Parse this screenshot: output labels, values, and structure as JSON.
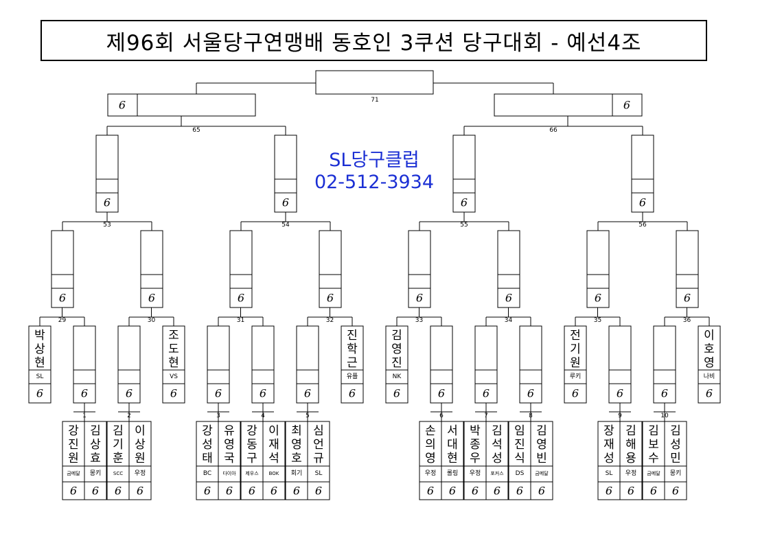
{
  "title": "제96회 서울당구연맹배 동호인 3쿠션 당구대회 - 예선4조",
  "club": {
    "name": "SL당구클럽",
    "phone": "02-512-3934"
  },
  "score_mark": "6",
  "match_numbers": {
    "m1": "1",
    "m2": "2",
    "m3": "3",
    "m4": "4",
    "m5": "5",
    "m6": "6",
    "m7": "7",
    "m8": "8",
    "m9": "9",
    "m10": "10",
    "m29": "29",
    "m30": "30",
    "m31": "31",
    "m32": "32",
    "m33": "33",
    "m34": "34",
    "m35": "35",
    "m36": "36",
    "m53": "53",
    "m54": "54",
    "m55": "55",
    "m56": "56",
    "m65": "65",
    "m66": "66",
    "m71": "71"
  },
  "seeded_players": [
    {
      "name": "박상현",
      "club": "SL"
    },
    {
      "name": "조도현",
      "club": "VS"
    },
    {
      "name": "진학근",
      "club": "유플"
    },
    {
      "name": "김영진",
      "club": "NK"
    },
    {
      "name": "전기원",
      "club": "루키"
    },
    {
      "name": "이호영",
      "club": "나비"
    }
  ],
  "first_round_players": [
    {
      "name": "강진원",
      "club": "금메달"
    },
    {
      "name": "김상효",
      "club": "몽키"
    },
    {
      "name": "김기훈",
      "club": "SCC"
    },
    {
      "name": "이상원",
      "club": "우정"
    },
    {
      "name": "강성태",
      "club": "BC"
    },
    {
      "name": "유영국",
      "club": "다이아"
    },
    {
      "name": "강동구",
      "club": "제우스"
    },
    {
      "name": "이재석",
      "club": "BOK"
    },
    {
      "name": "최영호",
      "club": "회기"
    },
    {
      "name": "심언규",
      "club": "SL"
    },
    {
      "name": "손의영",
      "club": "우정"
    },
    {
      "name": "서대현",
      "club": "롤링"
    },
    {
      "name": "박종우",
      "club": "우정"
    },
    {
      "name": "김석성",
      "club": "포커스"
    },
    {
      "name": "임진식",
      "club": "DS"
    },
    {
      "name": "김영빈",
      "club": "금메달"
    },
    {
      "name": "장재성",
      "club": "SL"
    },
    {
      "name": "김해용",
      "club": "우정"
    },
    {
      "name": "김보수",
      "club": "금메달"
    },
    {
      "name": "김성민",
      "club": "몽키"
    }
  ]
}
